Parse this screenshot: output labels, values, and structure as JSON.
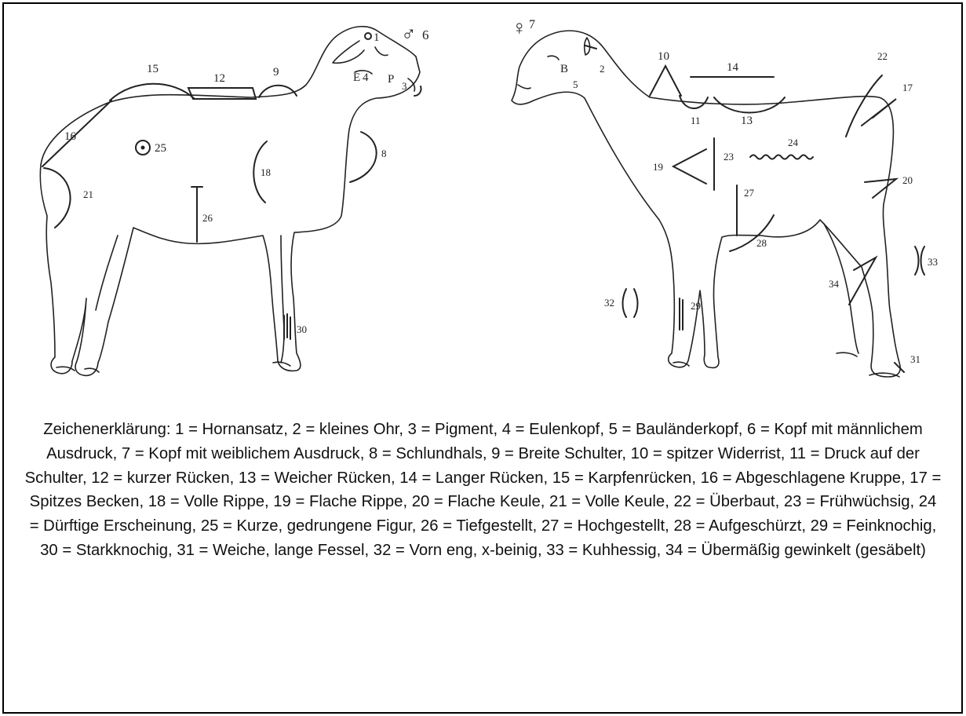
{
  "markers": {
    "male": "♂",
    "female": "♀"
  },
  "labels": {
    "n1": "1",
    "n2": "2",
    "n3": "3",
    "n4": "4",
    "n5": "5",
    "n6": "6",
    "n7": "7",
    "n8": "8",
    "n9": "9",
    "n10": "10",
    "n11": "11",
    "n12": "12",
    "n13": "13",
    "n14": "14",
    "n15": "15",
    "n16": "16",
    "n17": "17",
    "n18": "18",
    "n19": "19",
    "n20": "20",
    "n21": "21",
    "n22": "22",
    "n23": "23",
    "n24": "24",
    "n25": "25",
    "n26": "26",
    "n27": "27",
    "n28": "28",
    "n29": "29",
    "n30": "30",
    "n31": "31",
    "n32": "32",
    "n33": "33",
    "n34": "34",
    "letter_e": "E",
    "letter_p": "P",
    "letter_b": "B"
  },
  "legend": {
    "text": "Zeichenerklärung: 1 = Hornansatz, 2 = kleines Ohr, 3 = Pigment, 4 = Eulenkopf, 5 = Bauländerkopf, 6 = Kopf mit männlichem Ausdruck, 7 = Kopf mit weiblichem Ausdruck, 8 = Schlundhals, 9 = Breite Schulter, 10 = spitzer Widerrist, 11 = Druck auf der Schulter, 12 = kurzer Rücken, 13 = Weicher Rücken, 14 = Langer Rücken, 15 = Karpfenrücken, 16 = Abgeschlagene Kruppe, 17 = Spitzes Becken, 18 = Volle Rippe, 19 = Flache Rippe, 20 = Flache Keule, 21 = Volle Keule, 22 = Überbaut, 23 = Frühwüchsig, 24 = Dürftige Erscheinung, 25 = Kurze, gedrungene Figur, 26 = Tiefgestellt, 27 = Hochgestellt, 28 = Aufgeschürzt, 29 = Feinknochig, 30 = Starkknochig, 31 = Weiche, lange Fessel, 32 = Vorn eng, x-beinig, 33 = Kuhhessig, 34 = Übermäßig gewinkelt (gesäbelt)"
  }
}
